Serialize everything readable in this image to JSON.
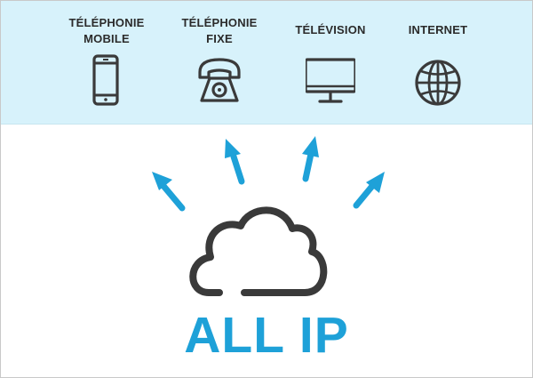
{
  "services": [
    {
      "label_line1": "TÉLÉPHONIE",
      "label_line2": "MOBILE",
      "icon": "mobile-phone-icon"
    },
    {
      "label_line1": "TÉLÉPHONIE",
      "label_line2": "FIXE",
      "icon": "landline-phone-icon"
    },
    {
      "label_line1": "TÉLÉVISION",
      "label_line2": "",
      "icon": "television-icon"
    },
    {
      "label_line1": "INTERNET",
      "label_line2": "",
      "icon": "globe-icon"
    }
  ],
  "title": "ALL IP",
  "colors": {
    "band": "#d7f2fb",
    "accent": "#1ea1d8",
    "icon_stroke": "#3a3a3a"
  }
}
